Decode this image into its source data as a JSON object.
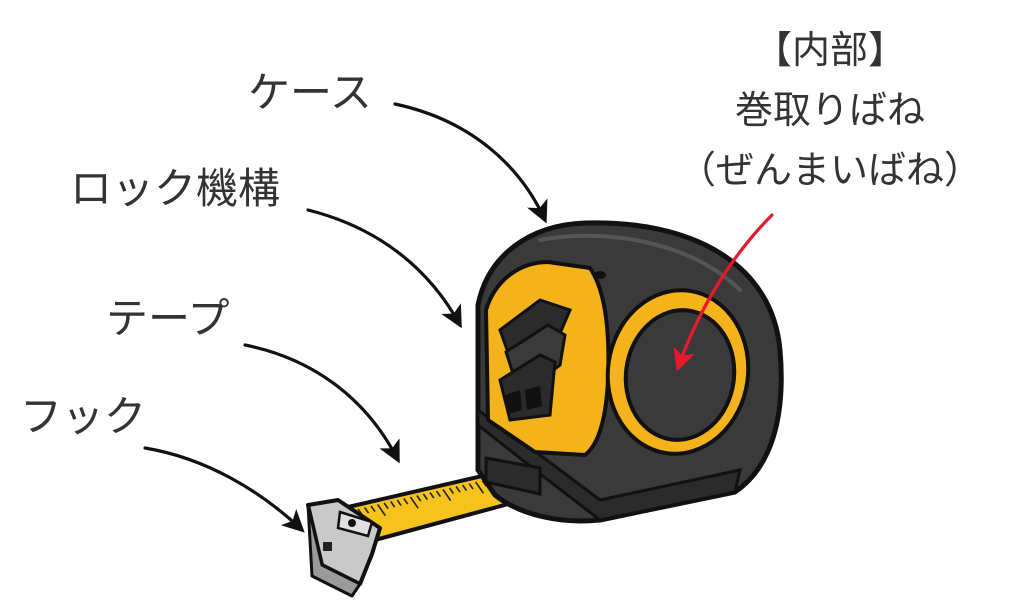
{
  "labels": {
    "case": "ケース",
    "lock": "ロック機構",
    "tape": "テープ",
    "hook": "フック"
  },
  "inner": {
    "title": "【内部】",
    "line1": "巻取りばね",
    "line2": "（ぜんまいばね）"
  },
  "colors": {
    "case_dark": "#3a3a3a",
    "case_yellow": "#f4b21b",
    "tape_yellow": "#f5c21e",
    "hook_metal": "#c9c9c9",
    "arrow_black": "#111111",
    "arrow_red": "#e8192c",
    "text": "#333333"
  }
}
